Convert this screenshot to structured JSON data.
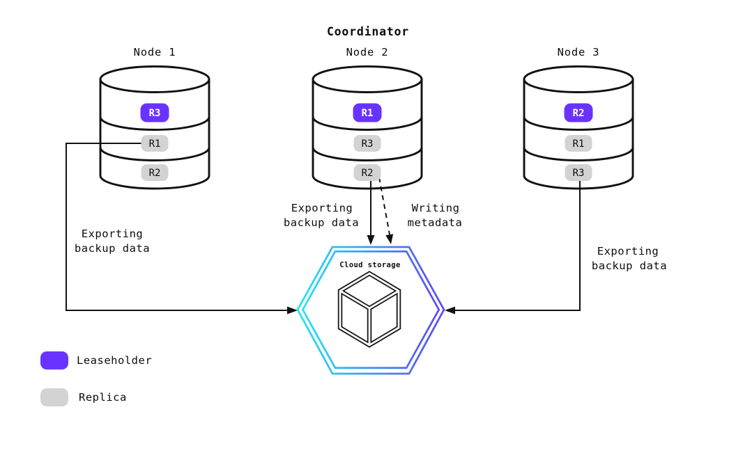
{
  "title": "Coordinator",
  "nodes": [
    {
      "label": "Node 1",
      "replicas": [
        {
          "label": "R3",
          "role": "leaseholder"
        },
        {
          "label": "R1",
          "role": "replica"
        },
        {
          "label": "R2",
          "role": "replica"
        }
      ]
    },
    {
      "label": "Node 2",
      "replicas": [
        {
          "label": "R1",
          "role": "leaseholder"
        },
        {
          "label": "R3",
          "role": "replica"
        },
        {
          "label": "R2",
          "role": "replica"
        }
      ]
    },
    {
      "label": "Node 3",
      "replicas": [
        {
          "label": "R2",
          "role": "leaseholder"
        },
        {
          "label": "R1",
          "role": "replica"
        },
        {
          "label": "R3",
          "role": "replica"
        }
      ]
    }
  ],
  "cloud_storage": {
    "label": "Cloud storage",
    "icon": "cube-icon"
  },
  "edge_labels": {
    "node1": [
      "Exporting",
      "backup data"
    ],
    "node2": [
      "Exporting",
      "backup data"
    ],
    "node2_metadata": [
      "Writing",
      "metadata"
    ],
    "node3": [
      "Exporting",
      "backup data"
    ]
  },
  "legend": [
    {
      "label": "Leaseholder",
      "color": "#6933FF"
    },
    {
      "label": "Replica",
      "color": "#D3D3D3"
    }
  ],
  "colors": {
    "leaseholder": "#6933FF",
    "replica": "#D3D3D3",
    "line": "#111111",
    "gradient_start": "#24E4F2",
    "gradient_end": "#5F4AF2"
  }
}
